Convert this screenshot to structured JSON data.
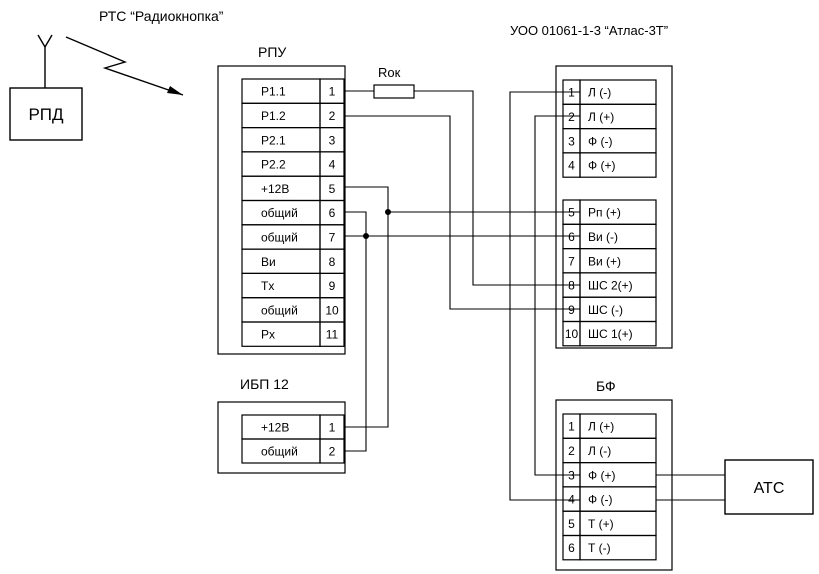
{
  "titles": {
    "system": "РТС “Радиокнопка”",
    "panel": "УОО 01061-1-3 “Атлас-3Т”"
  },
  "transmitter": {
    "label": "РПД"
  },
  "resistor": {
    "label": "Rок"
  },
  "rpu": {
    "title": "РПУ",
    "terminals": [
      {
        "name": "P1.1",
        "num": "1"
      },
      {
        "name": "P1.2",
        "num": "2"
      },
      {
        "name": "P2.1",
        "num": "3"
      },
      {
        "name": "P2.2",
        "num": "4"
      },
      {
        "name": "+12В",
        "num": "5"
      },
      {
        "name": "общий",
        "num": "6"
      },
      {
        "name": "общий",
        "num": "7"
      },
      {
        "name": "Ви",
        "num": "8"
      },
      {
        "name": "Tx",
        "num": "9"
      },
      {
        "name": "общий",
        "num": "10"
      },
      {
        "name": "Рх",
        "num": "11"
      }
    ]
  },
  "ibp": {
    "title": "ИБП 12",
    "terminals": [
      {
        "name": "+12В",
        "num": "1"
      },
      {
        "name": "общий",
        "num": "2"
      }
    ]
  },
  "uoo": {
    "group1": [
      {
        "num": "1",
        "name": "Л (-)"
      },
      {
        "num": "2",
        "name": "Л (+)"
      },
      {
        "num": "3",
        "name": "Ф (-)"
      },
      {
        "num": "4",
        "name": "Ф (+)"
      }
    ],
    "group2": [
      {
        "num": "5",
        "name": "Рп (+)"
      },
      {
        "num": "6",
        "name": "Ви (-)"
      },
      {
        "num": "7",
        "name": "Ви (+)"
      },
      {
        "num": "8",
        "name": "ШС 2(+)"
      },
      {
        "num": "9",
        "name": "ШС (-)"
      },
      {
        "num": "10",
        "name": "ШС 1(+)"
      }
    ]
  },
  "bf": {
    "title": "БФ",
    "terminals": [
      {
        "num": "1",
        "name": "Л (+)"
      },
      {
        "num": "2",
        "name": "Л (-)"
      },
      {
        "num": "3",
        "name": "Ф (+)"
      },
      {
        "num": "4",
        "name": "Ф (-)"
      },
      {
        "num": "5",
        "name": "Т (+)"
      },
      {
        "num": "6",
        "name": "Т (-)"
      }
    ]
  },
  "ats": {
    "label": "АТС"
  }
}
